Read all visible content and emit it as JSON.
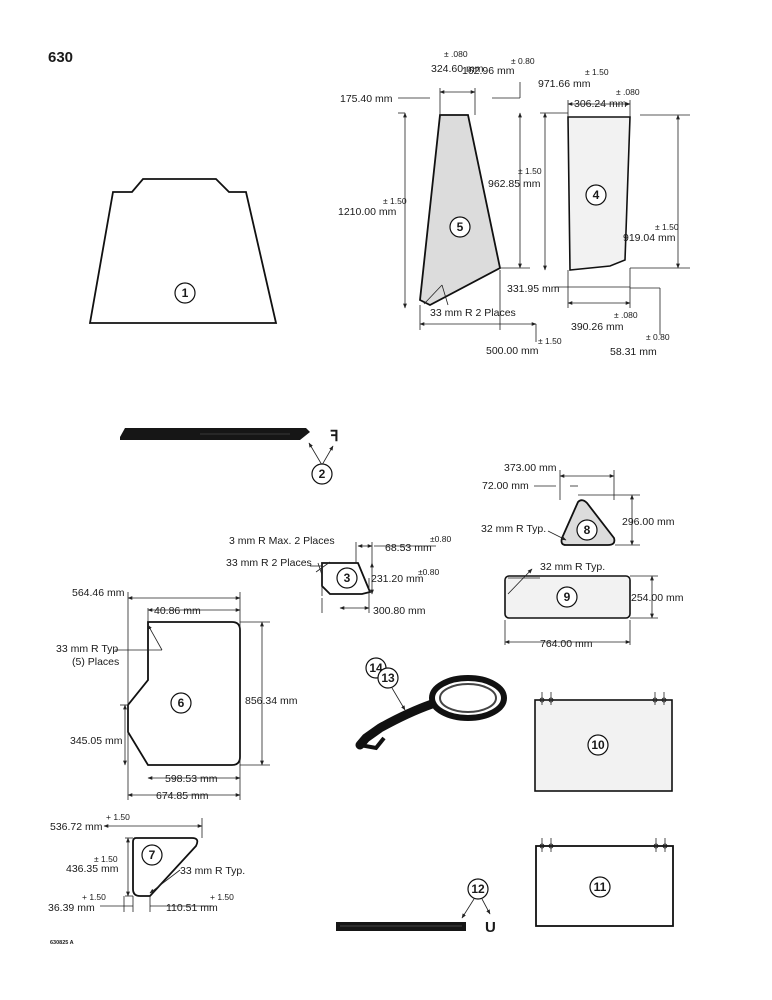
{
  "page": {
    "number": "630",
    "figure_code": "630825 A"
  },
  "parts": [
    {
      "id": "1",
      "label": "1",
      "name": "part-1-window-panel",
      "dimensions": []
    },
    {
      "id": "2",
      "label": "2",
      "name": "part-2-seal-strip",
      "dimensions": []
    },
    {
      "id": "3",
      "label": "3",
      "name": "part-3-window",
      "dimensions": [
        "3 mm R Max. 2 Places",
        "33 mm R 2 Places",
        "68.53 mm",
        "231.20 mm",
        "300.80 mm"
      ]
    },
    {
      "id": "4",
      "label": "4",
      "name": "part-4-window",
      "dimensions": [
        "971.66 mm",
        "306.24 mm",
        "919.04 mm",
        "331.95 mm",
        "390.26 mm",
        "58.31 mm"
      ]
    },
    {
      "id": "5",
      "label": "5",
      "name": "part-5-window",
      "dimensions": [
        "324.60 mm",
        "162.96 mm",
        "175.40 mm",
        "1210.00 mm",
        "962.85 mm",
        "33 mm R 2 Places",
        "500.00 mm"
      ]
    },
    {
      "id": "6",
      "label": "6",
      "name": "part-6-window",
      "dimensions": [
        "564.46 mm",
        "40.86 mm",
        "33 mm R Typ",
        "(5) Places",
        "856.34 mm",
        "345.05 mm",
        "598.53 mm",
        "674.85 mm"
      ]
    },
    {
      "id": "7",
      "label": "7",
      "name": "part-7-window",
      "dimensions": [
        "536.72 mm",
        "436.35 mm",
        "33 mm R Typ.",
        "36.39 mm",
        "110.51 mm"
      ]
    },
    {
      "id": "8",
      "label": "8",
      "name": "part-8-window",
      "dimensions": [
        "373.00 mm",
        "72.00 mm",
        "32 mm R Typ.",
        "296.00 mm"
      ]
    },
    {
      "id": "9",
      "label": "9",
      "name": "part-9-window",
      "dimensions": [
        "32 mm R Typ.",
        "254.00 mm",
        "764.00 mm"
      ]
    },
    {
      "id": "10",
      "label": "10",
      "name": "part-10-panel",
      "dimensions": []
    },
    {
      "id": "11",
      "label": "11",
      "name": "part-11-panel",
      "dimensions": []
    },
    {
      "id": "12",
      "label": "12",
      "name": "part-12-seal-strip",
      "dimensions": []
    },
    {
      "id": "13",
      "label": "13",
      "name": "part-13-seal-coil",
      "dimensions": []
    },
    {
      "id": "14",
      "label": "14",
      "name": "part-14-seal-coil",
      "dimensions": []
    }
  ],
  "tolerances": {
    "t080": "± .080",
    "t080b": "± 0.80",
    "t150": "± 1.50",
    "t150_a": "+ 1.50",
    "t080_c": "±0.80"
  },
  "colors": {
    "ink": "#111111",
    "glass_shade": "#dcdcdc",
    "seal_black": "#161616"
  }
}
